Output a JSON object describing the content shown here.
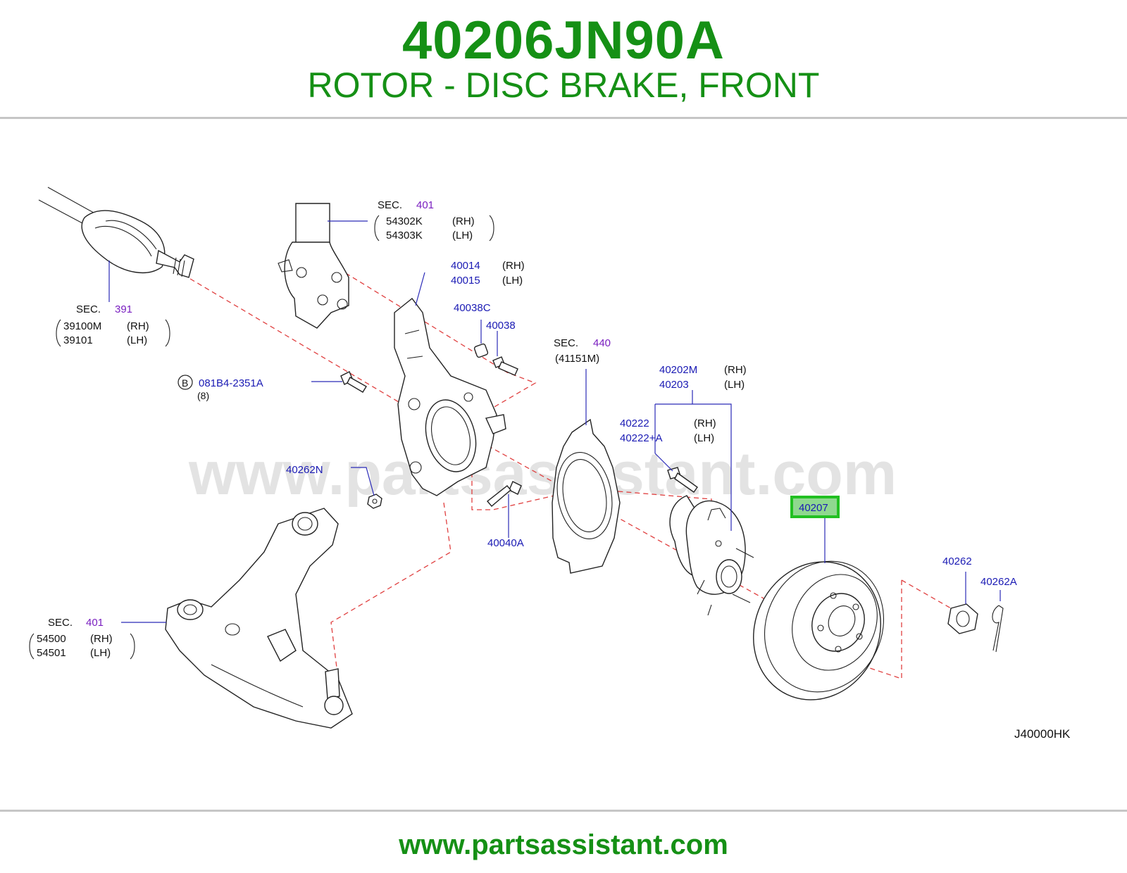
{
  "header": {
    "part_number": "40206JN90A",
    "description": "ROTOR - DISC BRAKE, FRONT"
  },
  "watermark": "www.partsassistant.com",
  "diagram_code": "J40000HK",
  "footer": {
    "url": "www.partsassistant.com"
  },
  "colors": {
    "brand_green": "#159015",
    "label_blue": "#1a1ab4",
    "section_purple": "#7a1fc0",
    "highlight_green": "#22c022",
    "leader_red": "#e04040"
  },
  "labels": {
    "sec_word": "SEC.",
    "rh": "(RH)",
    "lh": "(LH)",
    "strut": {
      "sec": "401",
      "rh": "54302K",
      "lh": "54303K"
    },
    "driveshaft": {
      "sec": "391",
      "rh": "39100M",
      "lh": "39101"
    },
    "knuckle": {
      "rh": "40014",
      "lh": "40015"
    },
    "bushing": "40038C",
    "bolt_small": "40038",
    "bolt_b": {
      "badge": "B",
      "code": "081B4-2351A",
      "qty": "(8)"
    },
    "plate": {
      "sec": "440",
      "ref": "(41151M)"
    },
    "hub": {
      "rh": "40202M",
      "lh": "40203"
    },
    "hub_bolt": {
      "rh": "40222",
      "lh": "40222+A"
    },
    "nut_n": "40262N",
    "bolt_a": "40040A",
    "rotor": "40207",
    "lock_nut": "40262",
    "cotter_pin": "40262A",
    "arm": {
      "sec": "401",
      "rh": "54500",
      "lh": "54501"
    }
  }
}
